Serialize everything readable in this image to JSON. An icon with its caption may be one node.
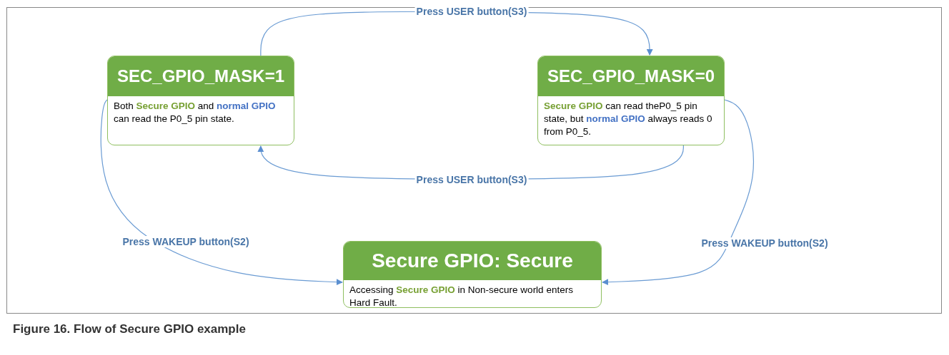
{
  "diagram": {
    "caption": "Figure 16.  Flow of Secure GPIO example",
    "nodes": [
      {
        "text": [
          "SEC_GPIO_MASK=1",
          "Both **Secure GPIO** and **normal GPIO** can read the P0_5 pin state."
        ]
      },
      {
        "text": [
          "SEC_GPIO_MASK=0",
          "**Secure GPIO** can read theP0_5 pin state, but **normal GPIO** always reads 0 from P0_5."
        ]
      },
      {
        "text": [
          "Secure GPIO: Secure",
          "Accessing **Secure GPIO** in Non-secure world enters Hard Fault."
        ]
      }
    ],
    "edges": [
      {
        "from": 0,
        "to": 1,
        "arrow": "to",
        "label": "Press USER button(S3)"
      },
      {
        "from": 1,
        "to": 0,
        "arrow": "to",
        "label": "Press USER button(S3)"
      },
      {
        "from": 0,
        "to": 2,
        "arrow": "to",
        "label": "Press WAKEUP button(S2)"
      },
      {
        "from": 1,
        "to": 2,
        "arrow": "to",
        "label": "Press WAKEUP button(S2)"
      }
    ]
  }
}
